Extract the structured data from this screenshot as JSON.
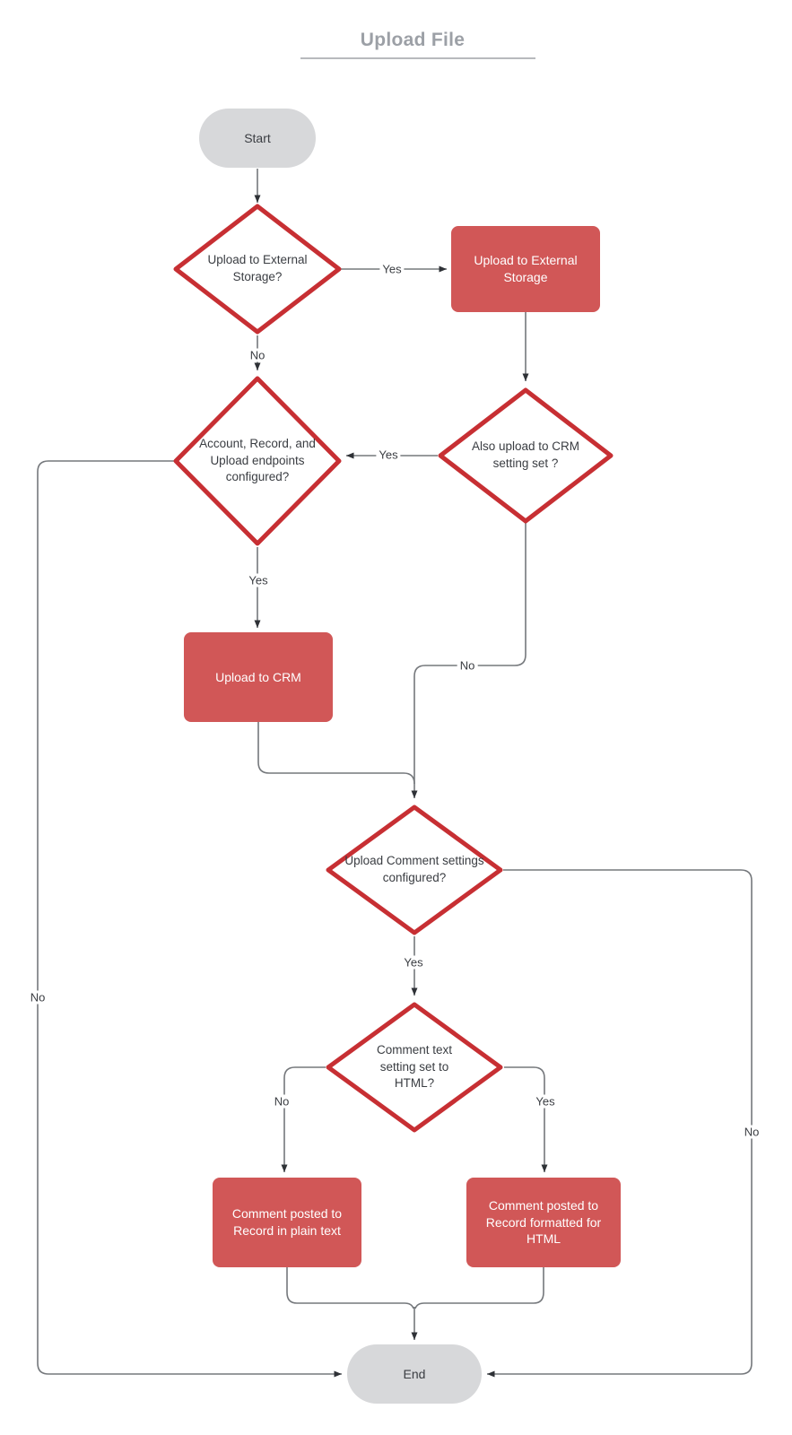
{
  "title": {
    "text": "Upload File"
  },
  "nodes": {
    "start": {
      "label": "Start",
      "type": "terminator"
    },
    "decision_external": {
      "label": "Upload to External Storage?",
      "type": "decision"
    },
    "process_external": {
      "label": "Upload to External Storage",
      "type": "process"
    },
    "decision_endpoints": {
      "label": "Account, Record, and Upload endpoints configured?",
      "type": "decision"
    },
    "decision_crm_setting": {
      "label": "Also upload to CRM setting set ?",
      "type": "decision"
    },
    "process_crm": {
      "label": "Upload to CRM",
      "type": "process"
    },
    "decision_comment_settings": {
      "label": "Upload Comment settings configured?",
      "type": "decision"
    },
    "decision_comment_html": {
      "label": "Comment text setting set to HTML?",
      "type": "decision"
    },
    "process_plain_text": {
      "label": "Comment posted to Record in plain text",
      "type": "process"
    },
    "process_html": {
      "label": "Comment posted to Record formatted for HTML",
      "type": "process"
    },
    "end": {
      "label": "End",
      "type": "terminator"
    }
  },
  "edge_labels": {
    "external_yes": "Yes",
    "external_no": "No",
    "crm_setting_yes": "Yes",
    "crm_setting_no": "No",
    "endpoints_yes": "Yes",
    "endpoints_no": "No",
    "comment_settings_yes": "Yes",
    "comment_settings_no": "No",
    "comment_html_no": "No",
    "comment_html_yes": "Yes"
  },
  "colors": {
    "decision_border": "#c72f33",
    "process_fill": "#d15757",
    "terminator_fill": "#d7d8da",
    "connector": "#75787c",
    "arrow": "#2e3136",
    "node_text": "#3a3d42",
    "process_text": "#ffffff",
    "title_color": "#9ca0a6",
    "underline_color": "#b8babd"
  }
}
